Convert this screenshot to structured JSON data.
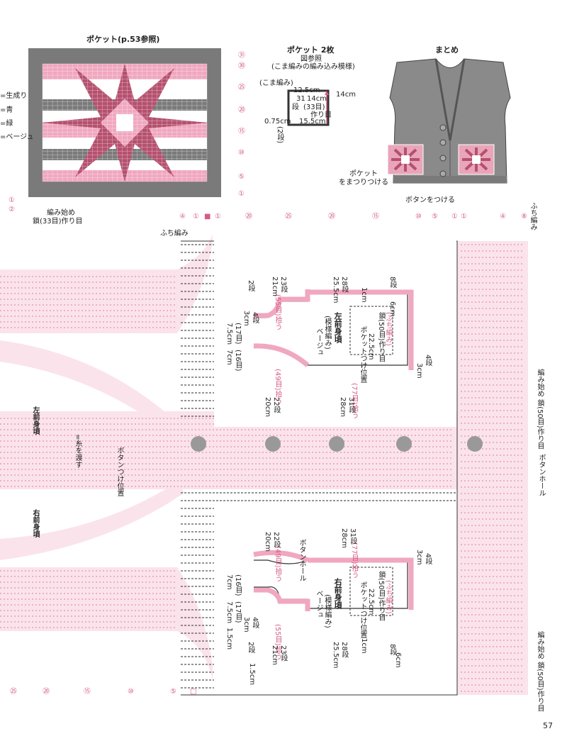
{
  "pocket_section": {
    "title": "ポケット(p.53参照)",
    "legend": [
      "=生成り",
      "=青",
      "=緑",
      "=ベージュ"
    ],
    "row_markers": [
      "㉛",
      "㉚",
      "㉕",
      "⑳",
      "⑮",
      "⑩",
      "⑤",
      "①"
    ],
    "left_rows": [
      "①",
      "②"
    ],
    "start_note_line1": "編み始め",
    "start_note_line2": "鎖(33目)作り目"
  },
  "pocket_detail": {
    "title": "ポケット 2枚",
    "subtitle1": "図参照",
    "subtitle2": "(こま編みの編み込み模様)",
    "edge_label": "(こま編み)",
    "dim_width": "12.5cm",
    "dim_rows": "31",
    "dim_rows_unit": "段",
    "dim_inner_w": "14cm",
    "dim_inner_st": "(33目)",
    "dim_start": "作り目",
    "dim_height": "14cm",
    "bottom_left": "0.75cm",
    "bottom_w": "15.5cm",
    "side_note": "(2段)"
  },
  "finish_section": {
    "title": "まとめ",
    "pocket_note_line1": "ポケット",
    "pocket_note_line2": "をまつりつける",
    "button_note": "ボタンをつける"
  },
  "left_front": {
    "title": "左前身頃",
    "subtitle": "(模様編み)",
    "color": "ベージュ",
    "edge": "(ふち編み)",
    "armhole": "(55目)拾う",
    "neck": "(49目)拾う",
    "bottom": "(77目)拾う",
    "pocket_pos": "ポケットつけ位置",
    "pocket_dim": "22.5cm",
    "start": "鎖(50目)作り目",
    "dims": [
      "2段",
      "21cm",
      "23段",
      "25.5cm",
      "28段",
      "1cm",
      "8段",
      "6cm",
      "7.5cm",
      "(17目)",
      "3cm",
      "4段",
      "7cm",
      "(16目)",
      "20cm",
      "22段",
      "28cm",
      "31段",
      "3cm",
      "4段"
    ]
  },
  "right_front": {
    "title": "右前身頃",
    "subtitle": "(模様編み)",
    "color": "ベージュ",
    "edge": "(ふち編み)",
    "button_hole": "ボタンホール",
    "armhole": "(55目)拾う",
    "neck": "(49目)拾う",
    "bottom": "(77目)拾う",
    "pocket_pos": "ポケットつけ位置",
    "pocket_dim": "22.5cm",
    "start": "鎖(50目)作り目",
    "dims": [
      "20cm",
      "22段",
      "28cm",
      "31段",
      "3cm",
      "4段",
      "7cm",
      "(16目)",
      "7.5cm",
      "(17目)",
      "3cm",
      "4段",
      "1.5cm",
      "2段",
      "21cm",
      "23段",
      "25.5cm",
      "28段",
      "1cm",
      "8段",
      "6cm",
      "1.5cm"
    ]
  },
  "main_chart_labels": {
    "left_front_label": "左前身頃",
    "right_front_label": "右前身頃",
    "thread_note": "=糸を渡す",
    "button_pos": "ボタンつけ位置",
    "edge_top": "ふち編み",
    "edge_left": "ふち編み",
    "start_right1": "編み始め 鎖(50目)作り目",
    "start_right2": "編み始め 鎖(50目)作り目",
    "button_hole": "ボタンホール",
    "top_markers": [
      "④",
      "①",
      "■",
      "①",
      "⑳",
      "㉕",
      "⑳",
      "⑮",
      "⑩",
      "⑤",
      "①",
      "①",
      "④",
      "⑧"
    ],
    "bottom_markers": [
      "㉕",
      "⑳",
      "⑮",
      "⑩",
      "⑤",
      "□"
    ]
  },
  "page_number": "57",
  "colors": {
    "pink": "#f0a7bf",
    "deep_pink": "#b5506e",
    "grey": "#7a7a7a",
    "dark": "#333333",
    "pink_line": "#d45d86"
  }
}
